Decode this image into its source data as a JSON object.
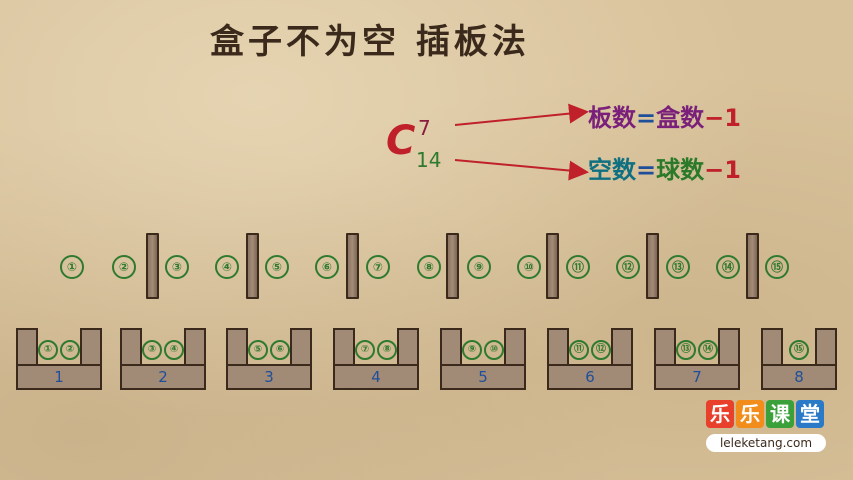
{
  "title": "盒子不为空  插板法",
  "combination": {
    "symbol": "C",
    "superscript": "7",
    "subscript": "14"
  },
  "formula1": {
    "lhs": "板数",
    "eq": "=",
    "rhs": "盒数",
    "minus": "−1"
  },
  "formula2": {
    "lhs": "空数",
    "eq": "=",
    "rhs": "球数",
    "minus": "−1"
  },
  "balls": [
    "①",
    "②",
    "③",
    "④",
    "⑤",
    "⑥",
    "⑦",
    "⑧",
    "⑨",
    "⑩",
    "⑪",
    "⑫",
    "⑬",
    "⑭",
    "⑮"
  ],
  "boxes": [
    {
      "number": "1",
      "balls": [
        "①",
        "②"
      ]
    },
    {
      "number": "2",
      "balls": [
        "③",
        "④"
      ]
    },
    {
      "number": "3",
      "balls": [
        "⑤",
        "⑥"
      ]
    },
    {
      "number": "4",
      "balls": [
        "⑦",
        "⑧"
      ]
    },
    {
      "number": "5",
      "balls": [
        "⑨",
        "⑩"
      ]
    },
    {
      "number": "6",
      "balls": [
        "⑪",
        "⑫"
      ]
    },
    {
      "number": "7",
      "balls": [
        "⑬",
        "⑭"
      ]
    },
    {
      "number": "8",
      "balls": [
        "⑮"
      ]
    }
  ],
  "logo": {
    "chars": [
      "乐",
      "乐",
      "课",
      "堂"
    ],
    "url": "leleketang.com"
  },
  "colors": {
    "ball": "#2f7a2f",
    "arrow": "#c0202a",
    "box": "#a18a76"
  }
}
